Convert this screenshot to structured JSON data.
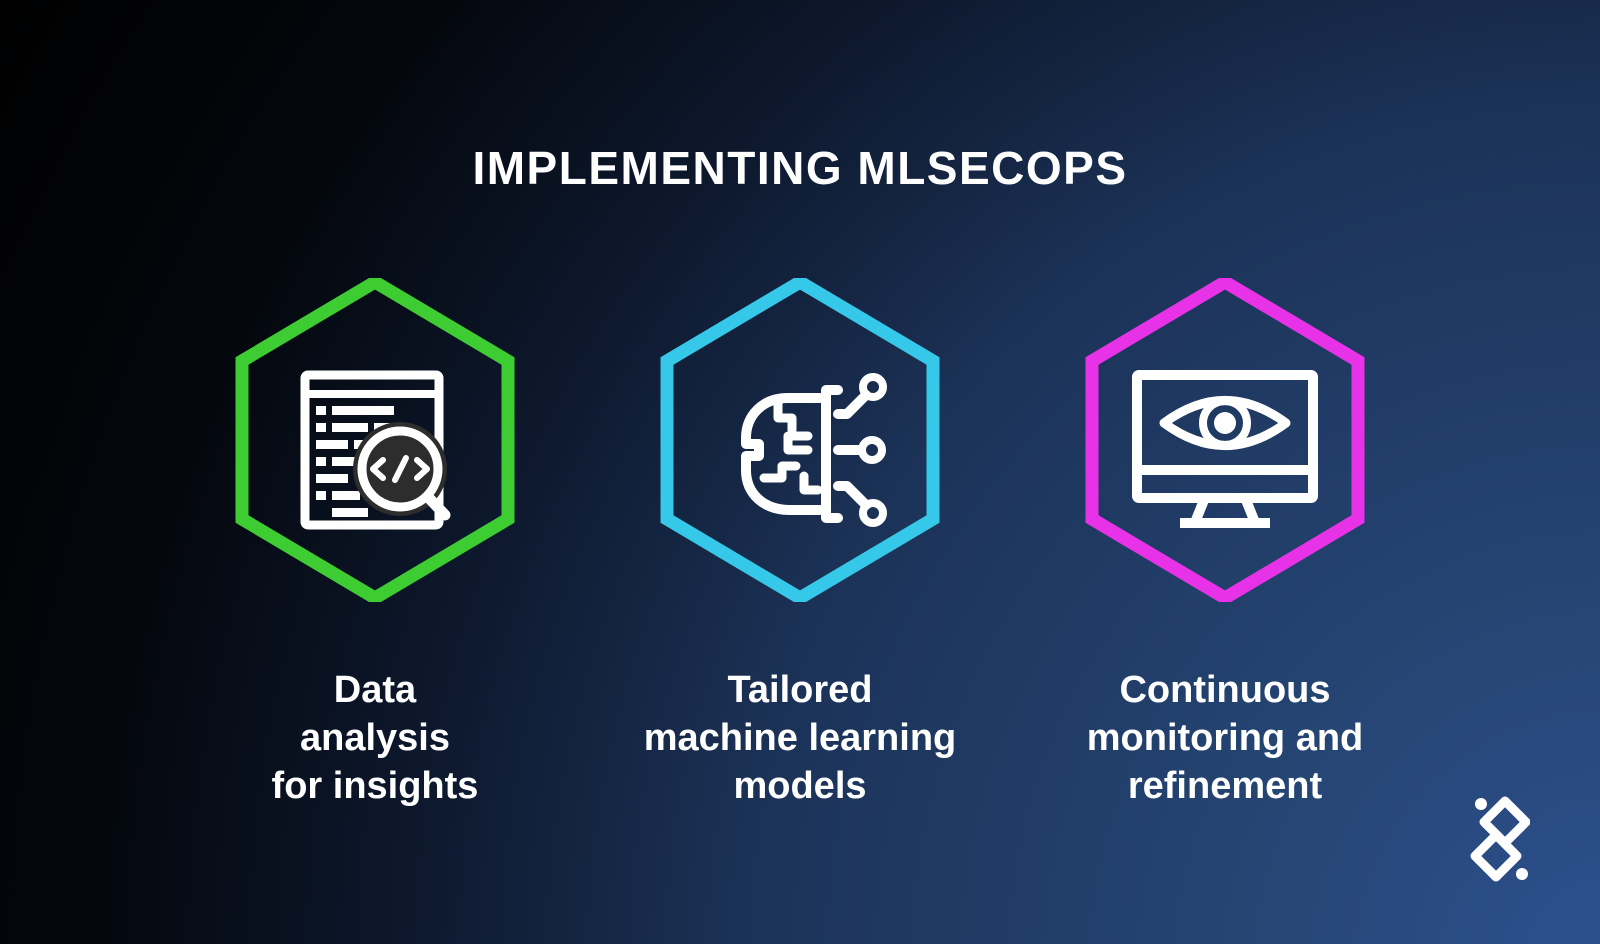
{
  "title": "IMPLEMENTING MLSECOPS",
  "background": {
    "glow_color": "#2e5190",
    "base_color": "#000000"
  },
  "hexagon": {
    "fill_top": "#3e3e3e",
    "fill_bottom": "#232323",
    "icon_color": "#ffffff"
  },
  "items": [
    {
      "label": "Data\nanalysis\nfor insights",
      "accent": "#3ecc33",
      "icon": "code-analysis-icon"
    },
    {
      "label": "Tailored\nmachine learning\nmodels",
      "accent": "#35c8e8",
      "icon": "brain-circuit-icon"
    },
    {
      "label": "Continuous\nmonitoring and\nrefinement",
      "accent": "#e832e8",
      "icon": "monitor-eye-icon"
    }
  ],
  "logo": {
    "color": "#ffffff"
  }
}
